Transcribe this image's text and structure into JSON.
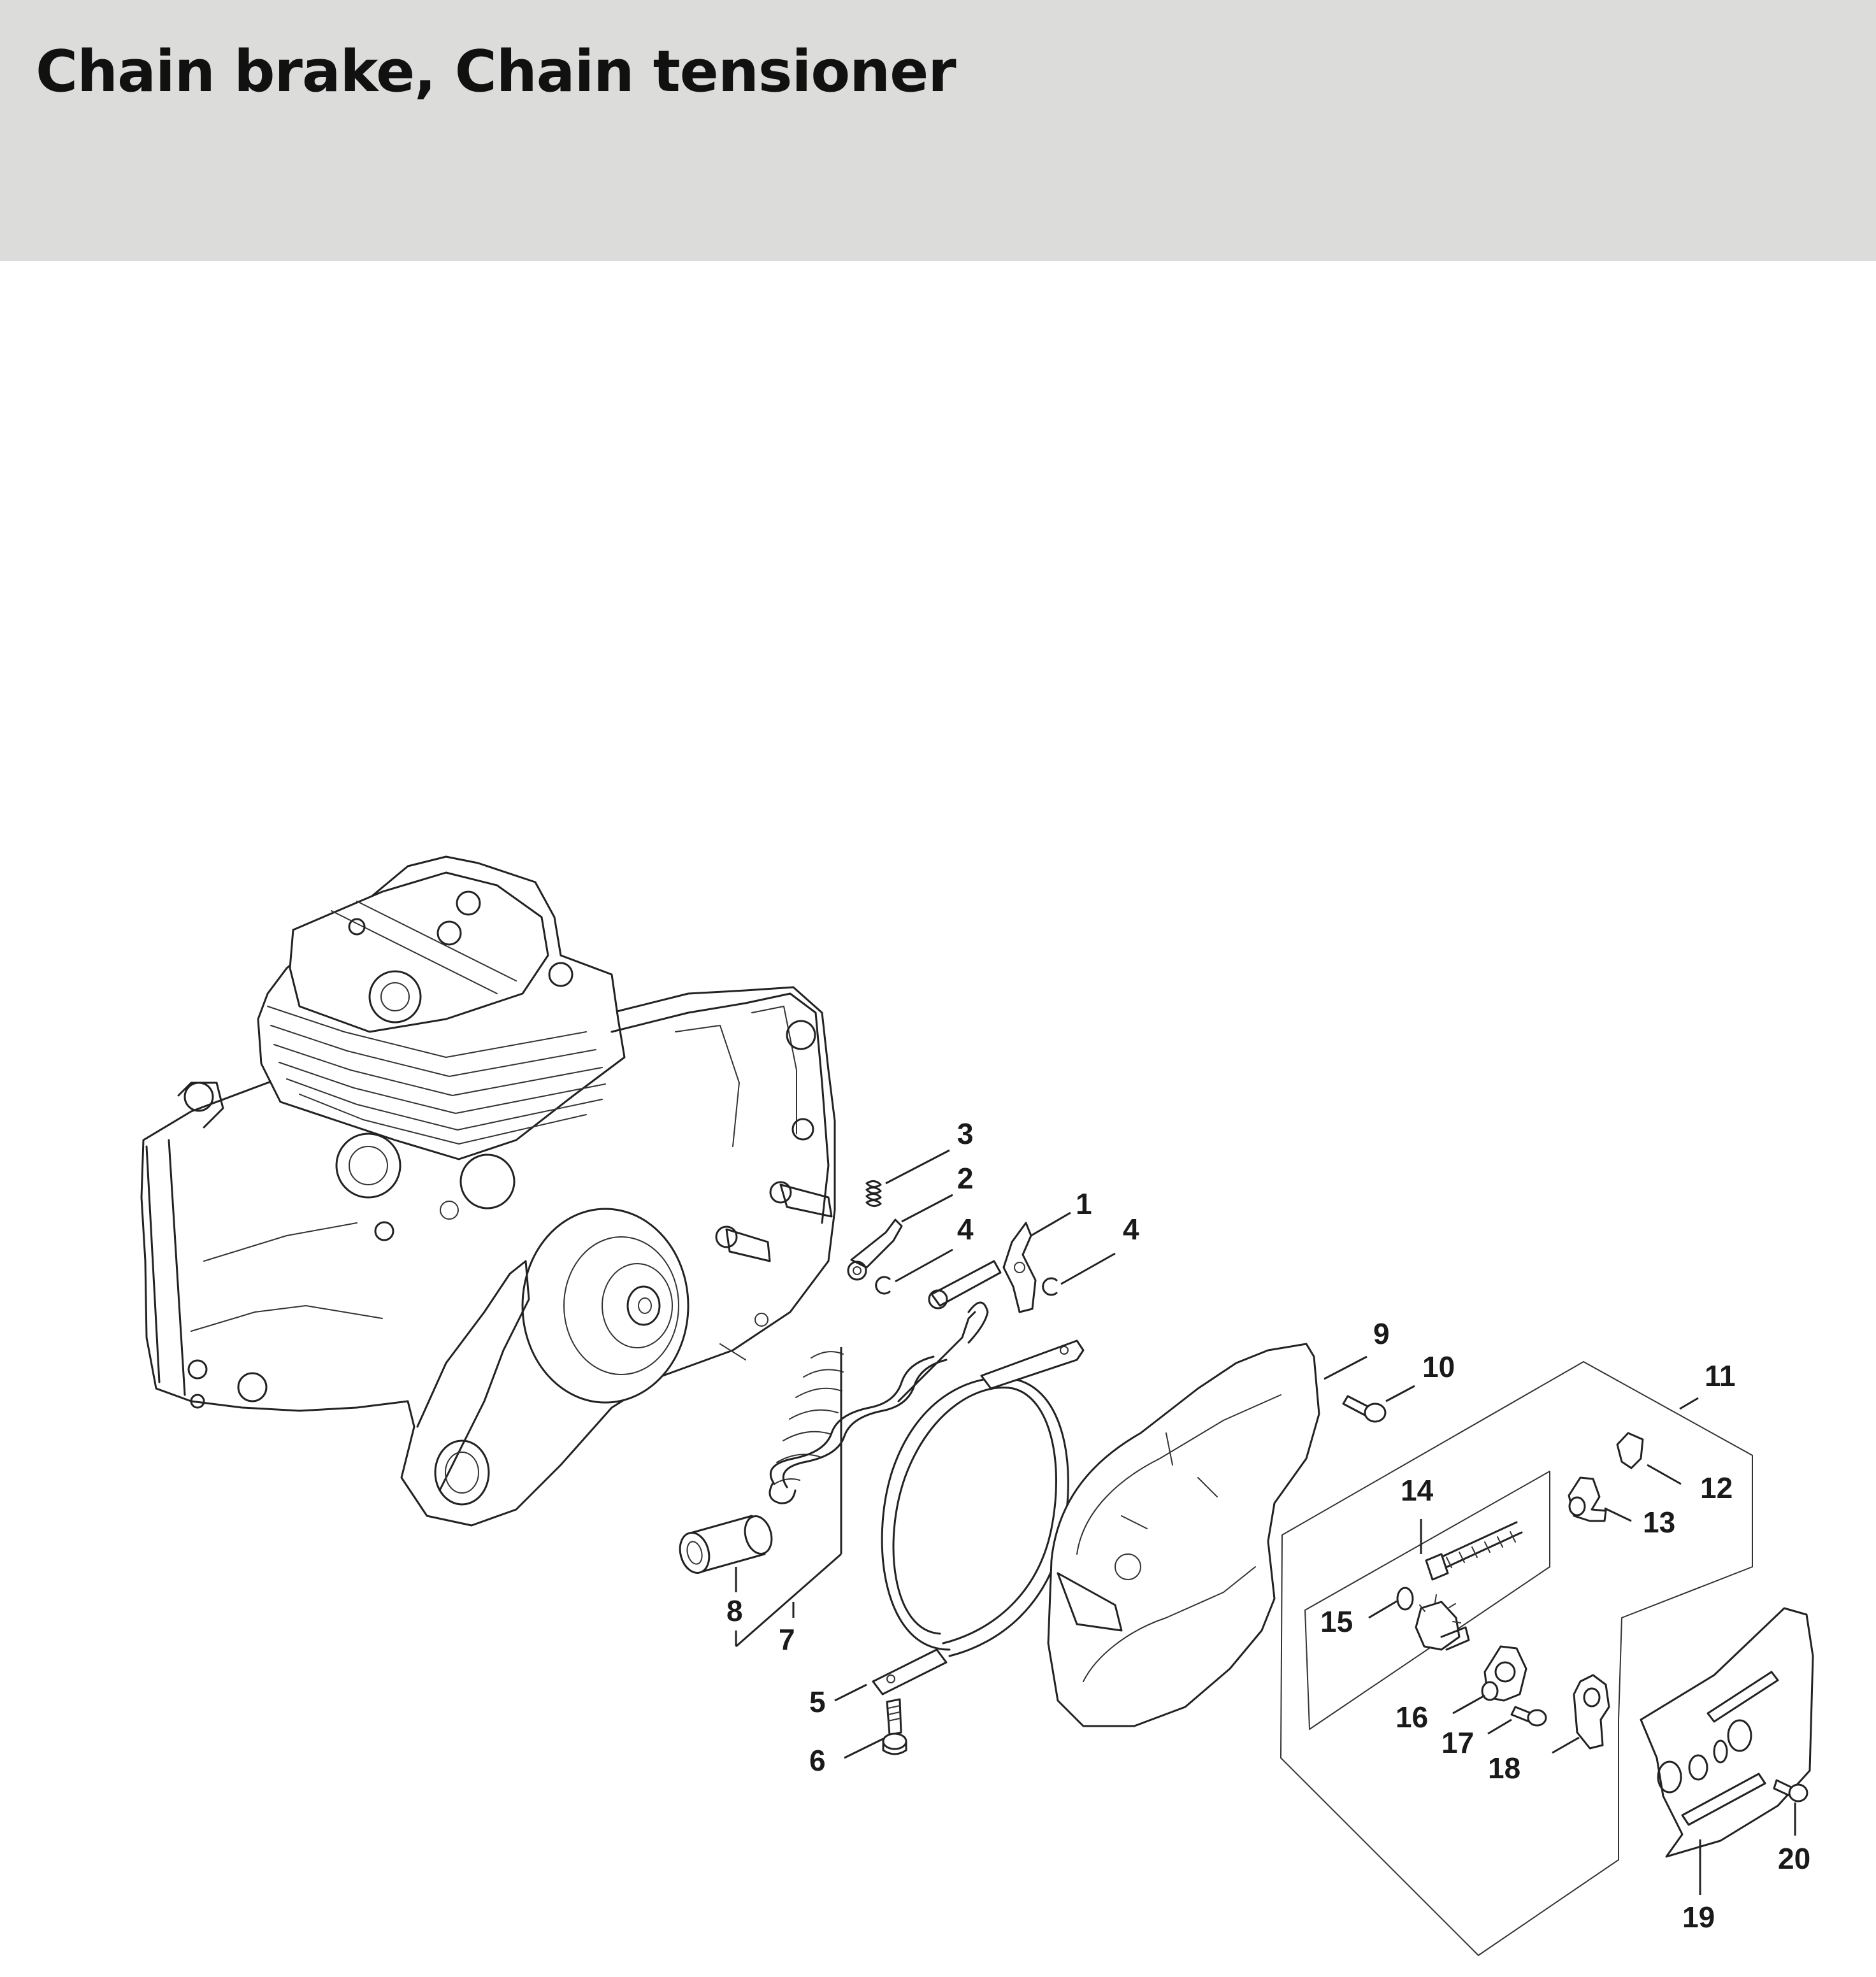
{
  "page": {
    "title": "Chain brake, Chain tensioner"
  },
  "callouts": {
    "c1": "1",
    "c2": "2",
    "c3": "3",
    "c4a": "4",
    "c4b": "4",
    "c5": "5",
    "c6": "6",
    "c7": "7",
    "c8": "8",
    "c9": "9",
    "c10": "10",
    "c11": "11",
    "c12": "12",
    "c13": "13",
    "c14": "14",
    "c15": "15",
    "c16": "16",
    "c17": "17",
    "c18": "18",
    "c19": "19",
    "c20": "20"
  }
}
